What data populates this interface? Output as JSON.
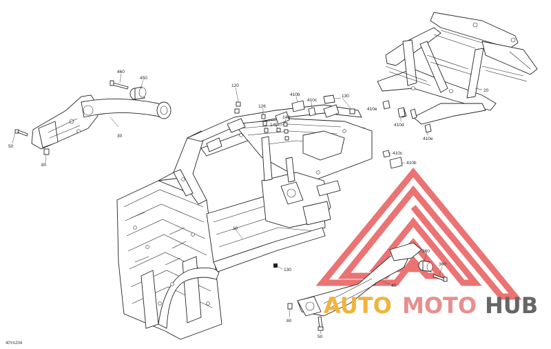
{
  "diagram": {
    "figure_code": "40YA204",
    "labels": {
      "main_frame": "10",
      "rear_frame": "20",
      "front_arm": "30",
      "rear_arm": "40",
      "screw_left": "50",
      "screw_bottom": "50",
      "nut_left": "80",
      "nut_bottom": "80",
      "nut_120": "120",
      "nut_126": "126",
      "nut_130_frame": "130",
      "nut_130_top": "130",
      "nut_140": "140",
      "nut_145": "145",
      "bushing_360": "360",
      "bolt_360": "360",
      "bolt_460": "460",
      "bushing_450": "450",
      "clip_410b_top": "410b",
      "clip_410c_top": "410c",
      "clip_410c_right": "410c",
      "clip_410b_right": "410b",
      "clip_410e_left": "410e",
      "clip_410d": "410d",
      "clip_410e_bottom": "410e"
    },
    "watermark": {
      "part1": "AUTO",
      "part2": "MOTO",
      "part3": "HUB",
      "triangle_color": "#e85a5a",
      "auto_color": "#f0b43c",
      "moto_color": "#e88e8e",
      "hub_color": "#666666"
    }
  }
}
